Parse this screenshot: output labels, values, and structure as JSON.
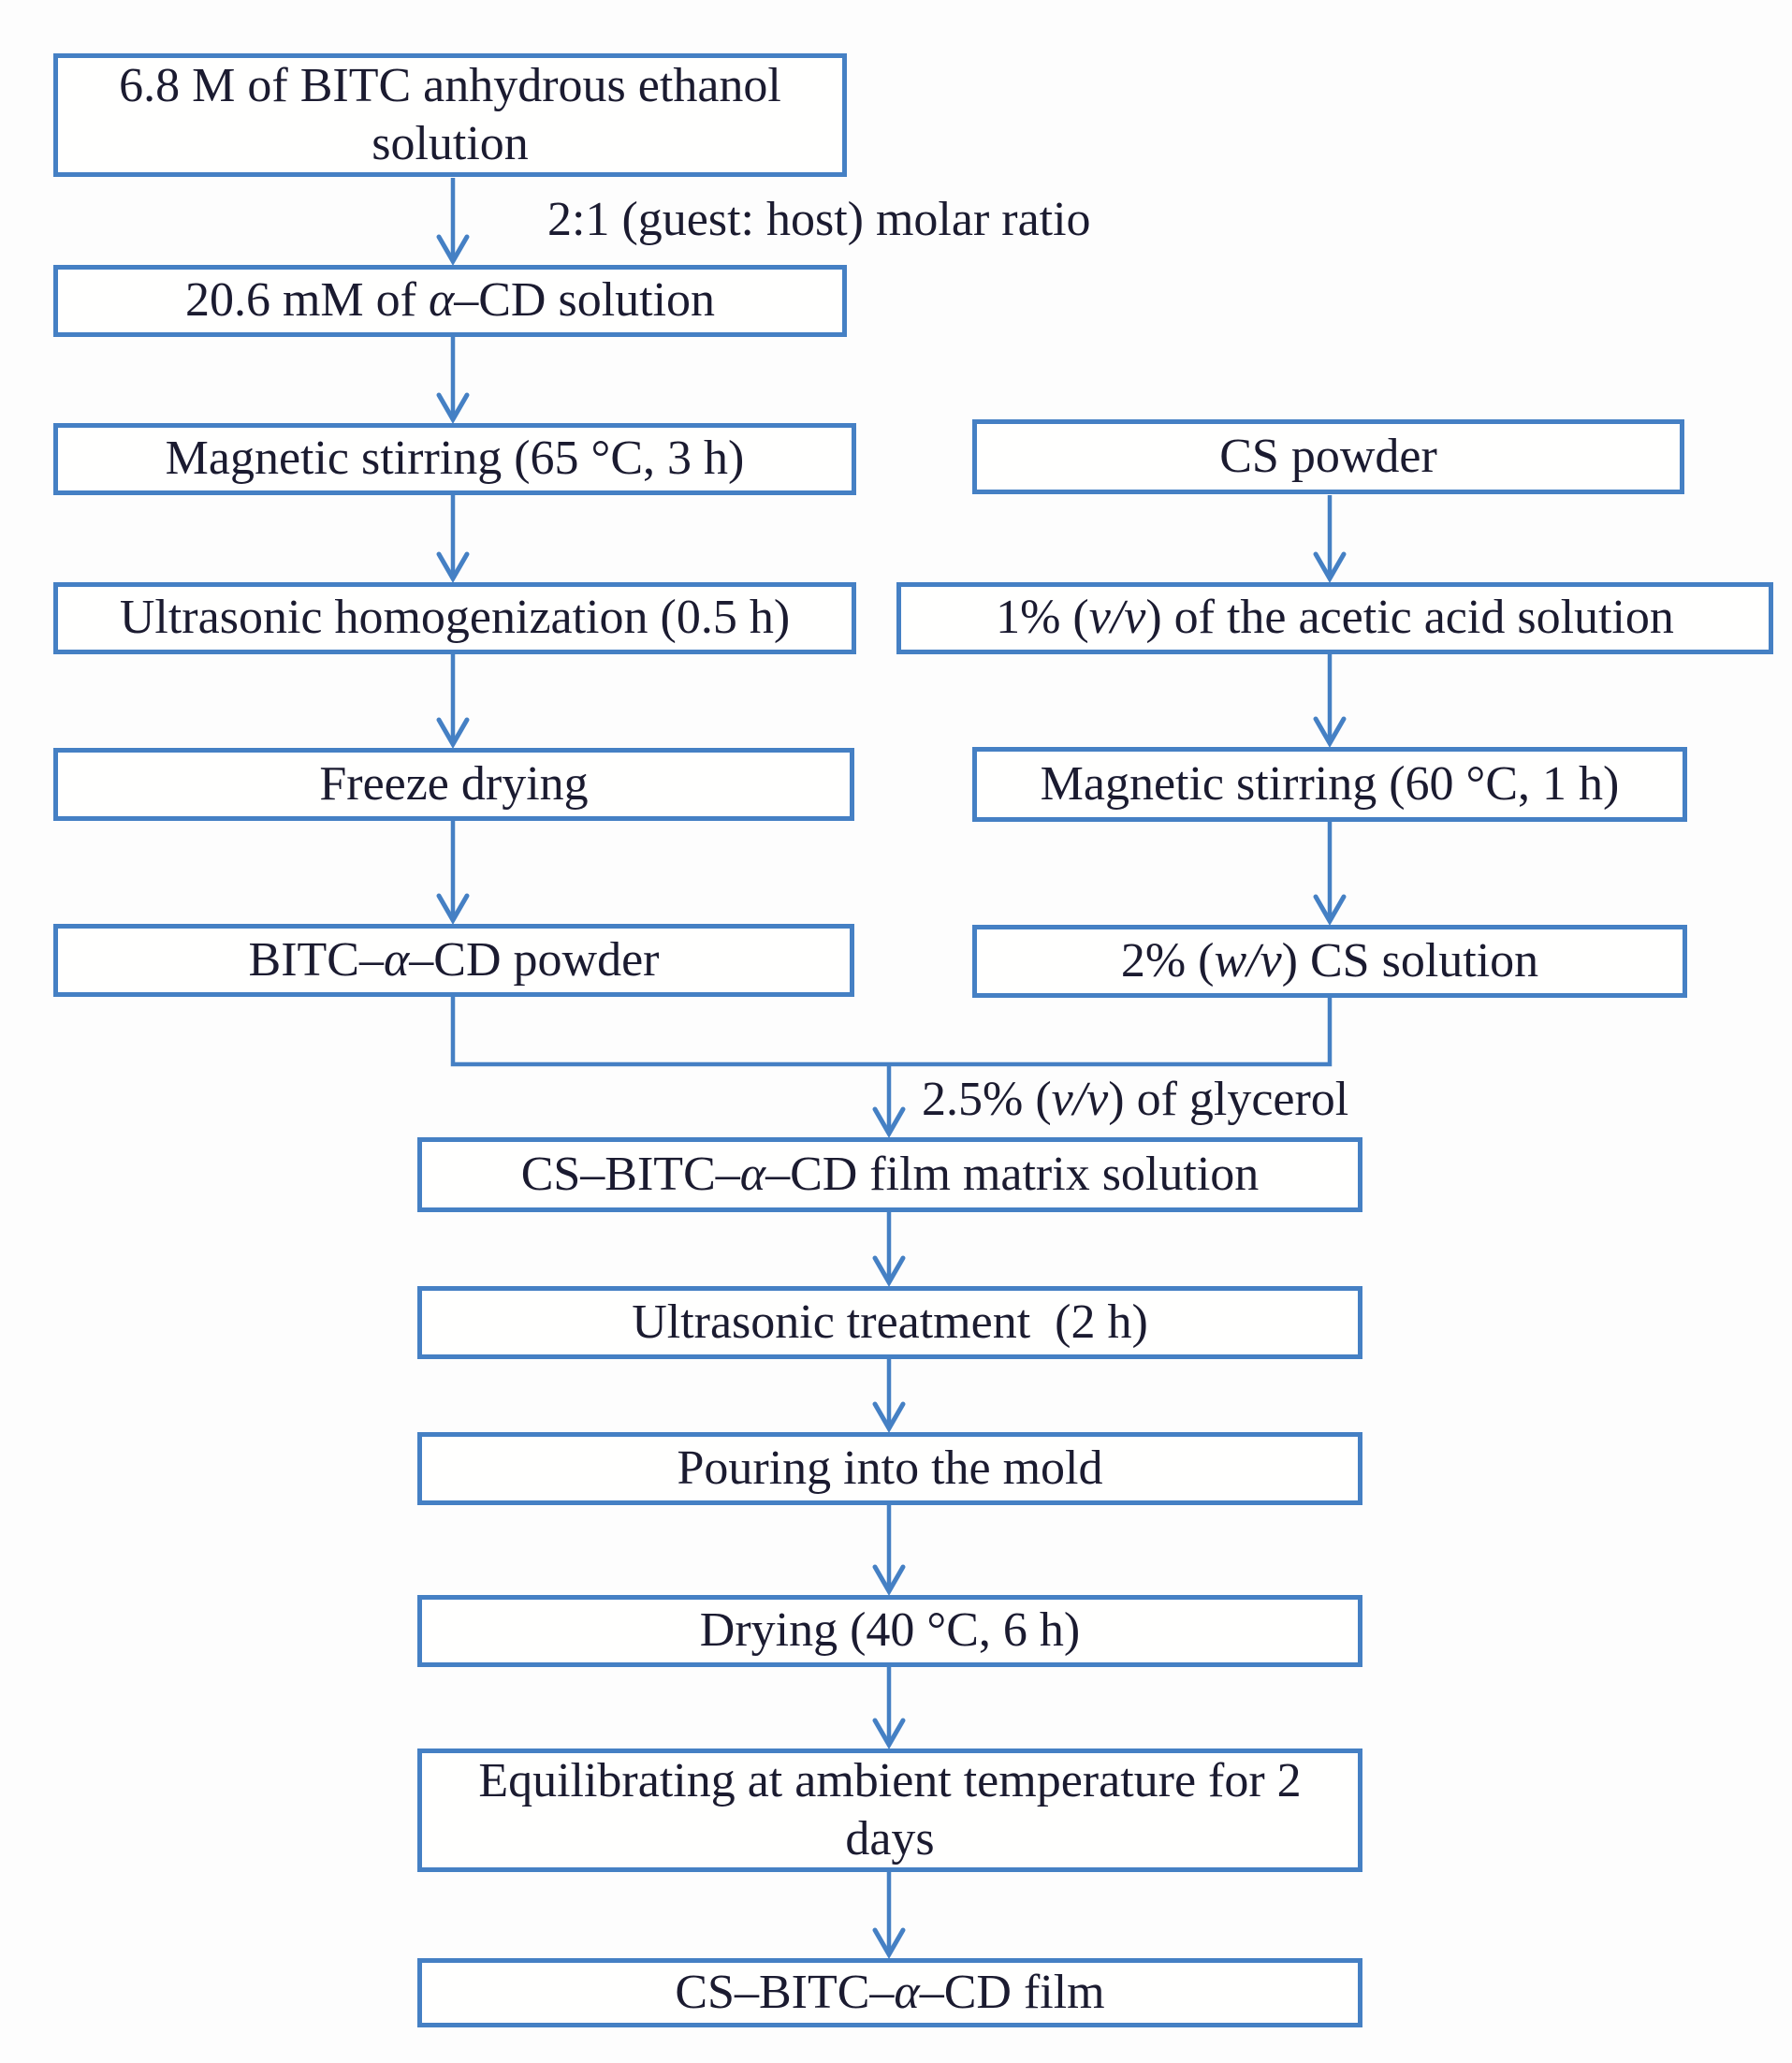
{
  "colors": {
    "line": "#4580c4",
    "text": "#1b1b30",
    "box_fill": "#fffffe",
    "background": "#fdfdfd"
  },
  "flowchart": {
    "left_branch": {
      "bitc_ethanol_solution": {
        "segments": [
          {
            "t": "6.8 M of BITC anhydrous ethanol solution"
          }
        ]
      },
      "acd_solution": {
        "segments": [
          {
            "t": "20.6 mM of "
          },
          {
            "t": "α",
            "i": true
          },
          {
            "t": "–CD solution"
          }
        ]
      },
      "magnetic_stirring_65": {
        "segments": [
          {
            "t": "Magnetic stirring (65 °C, 3 h)"
          }
        ]
      },
      "ultrasonic_homogenization": {
        "segments": [
          {
            "t": "Ultrasonic homogenization (0.5 h)"
          }
        ]
      },
      "freeze_drying": {
        "segments": [
          {
            "t": "Freeze drying"
          }
        ]
      },
      "bitc_acd_powder": {
        "segments": [
          {
            "t": "BITC–"
          },
          {
            "t": "α",
            "i": true
          },
          {
            "t": "–CD powder"
          }
        ]
      }
    },
    "right_branch": {
      "cs_powder": {
        "segments": [
          {
            "t": "CS powder"
          }
        ]
      },
      "acetic_acid_solution": {
        "segments": [
          {
            "t": "1% ("
          },
          {
            "t": "v/v",
            "i": true
          },
          {
            "t": ") of the acetic acid solution"
          }
        ]
      },
      "magnetic_stirring_60": {
        "segments": [
          {
            "t": "Magnetic stirring (60 °C, 1 h)"
          }
        ]
      },
      "cs_solution": {
        "segments": [
          {
            "t": "2% ("
          },
          {
            "t": "w/v",
            "i": true
          },
          {
            "t": ") CS solution"
          }
        ]
      }
    },
    "main_branch": {
      "film_matrix_solution": {
        "segments": [
          {
            "t": "CS–BITC–"
          },
          {
            "t": "α",
            "i": true
          },
          {
            "t": "–CD film matrix solution"
          }
        ]
      },
      "ultrasonic_treatment": {
        "segments": [
          {
            "t": "Ultrasonic treatment  (2 h)"
          }
        ]
      },
      "pouring_into_mold": {
        "segments": [
          {
            "t": "Pouring into the mold"
          }
        ]
      },
      "drying": {
        "segments": [
          {
            "t": "Drying (40 °C, 6 h)"
          }
        ]
      },
      "equilibrating": {
        "segments": [
          {
            "t": "Equilibrating at ambient temperature for 2 days"
          }
        ]
      },
      "final_film": {
        "segments": [
          {
            "t": "CS–BITC–"
          },
          {
            "t": "α",
            "i": true
          },
          {
            "t": "–CD film"
          }
        ]
      }
    },
    "annotations": {
      "molar_ratio": {
        "segments": [
          {
            "t": "2:1 (guest: host) molar ratio"
          }
        ]
      },
      "glycerol": {
        "segments": [
          {
            "t": "2.5% ("
          },
          {
            "t": "v/v",
            "i": true
          },
          {
            "t": ") of glycerol"
          }
        ]
      }
    }
  }
}
